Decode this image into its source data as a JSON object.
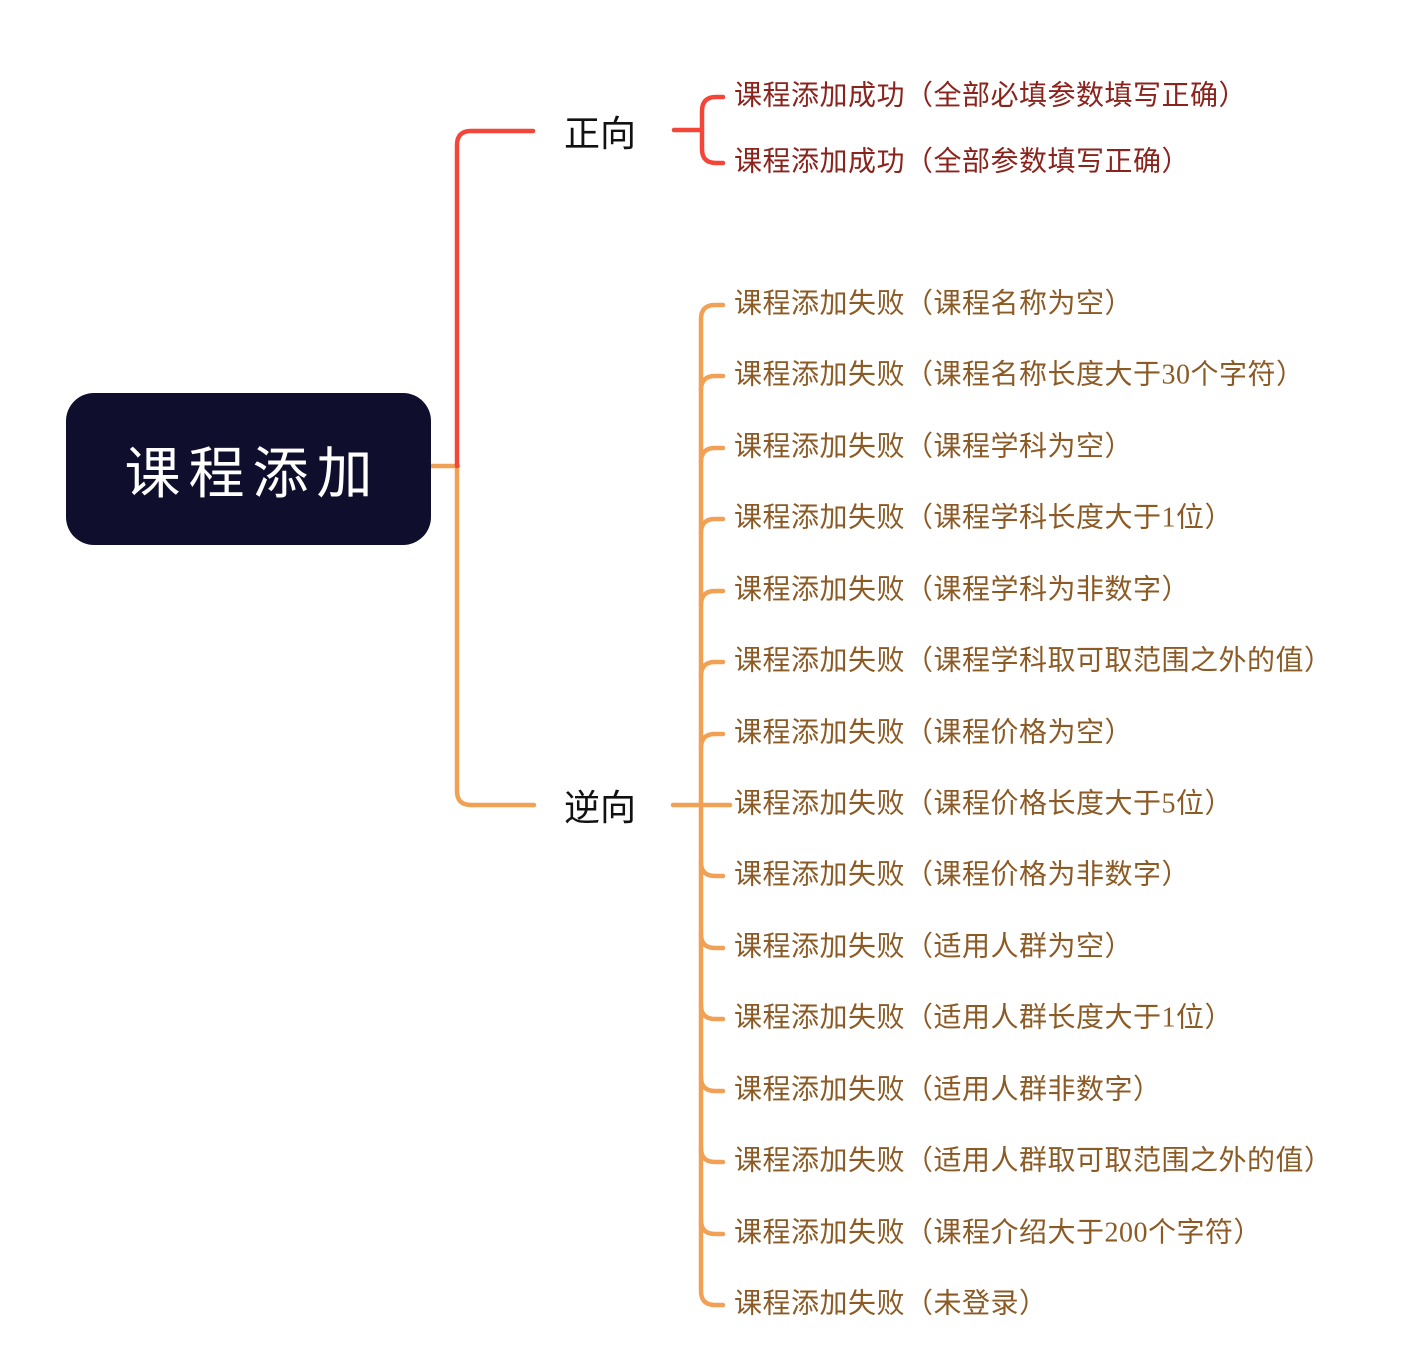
{
  "diagram": {
    "root": {
      "label": "课程添加"
    },
    "branches": [
      {
        "id": "positive",
        "label": "正向",
        "leaves": [
          "课程添加成功（全部必填参数填写正确）",
          "课程添加成功（全部参数填写正确）"
        ]
      },
      {
        "id": "negative",
        "label": "逆向",
        "leaves": [
          "课程添加失败（课程名称为空）",
          "课程添加失败（课程名称长度大于30个字符）",
          "课程添加失败（课程学科为空）",
          "课程添加失败（课程学科长度大于1位）",
          "课程添加失败（课程学科为非数字）",
          "课程添加失败（课程学科取可取范围之外的值）",
          "课程添加失败（课程价格为空）",
          "课程添加失败（课程价格长度大于5位）",
          "课程添加失败（课程价格为非数字）",
          "课程添加失败（适用人群为空）",
          "课程添加失败（适用人群长度大于1位）",
          "课程添加失败（适用人群非数字）",
          "课程添加失败（适用人群取可取范围之外的值）",
          "课程添加失败（课程介绍大于200个字符）",
          "课程添加失败（未登录）"
        ]
      }
    ]
  },
  "colors": {
    "background": "#FFFFFF",
    "root_background": "#0F0F2D",
    "root_text": "#FFFFFF",
    "branch_label_text": "#111111",
    "positive_branch_line": "#F44539",
    "negative_branch_line": "#F0A155",
    "positive_leaf_text": "#8B231D",
    "negative_leaf_text": "#8C5B25"
  }
}
